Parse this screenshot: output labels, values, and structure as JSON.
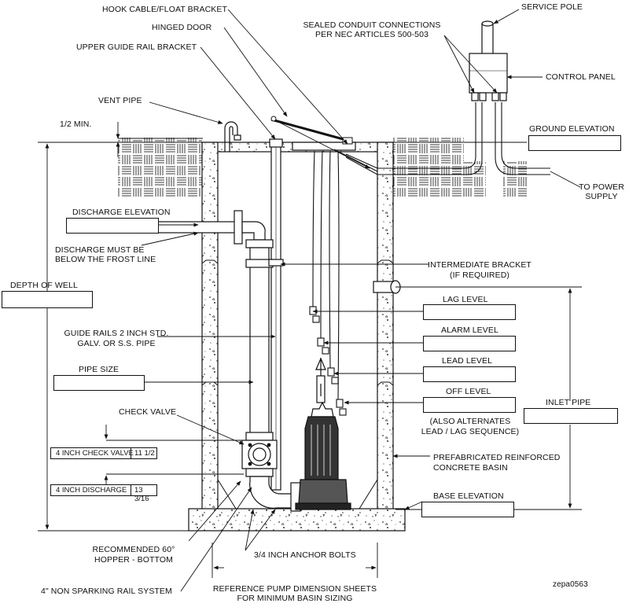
{
  "labels": {
    "hook_cable": "HOOK CABLE/FLOAT BRACKET",
    "hinged_door": "HINGED DOOR",
    "upper_guide": "UPPER GUIDE RAIL BRACKET",
    "sealed_1": "SEALED CONDUIT CONNECTIONS",
    "sealed_2": "PER NEC ARTICLES 500-503",
    "service_pole": "SERVICE POLE",
    "control_panel": "CONTROL PANEL",
    "vent_pipe": "VENT PIPE",
    "half_min": "1/2 MIN.",
    "ground_elevation": "GROUND ELEVATION",
    "to_power_1": "TO POWER",
    "to_power_2": "SUPPLY",
    "discharge_elevation": "DISCHARGE ELEVATION",
    "frost_1": "DISCHARGE MUST BE",
    "frost_2": "BELOW THE FROST LINE",
    "intermediate_1": "INTERMEDIATE BRACKET",
    "intermediate_2": "(IF REQUIRED)",
    "depth_of_well": "DEPTH OF WELL",
    "lag_level": "LAG LEVEL",
    "guide_1": "GUIDE RAILS 2 INCH STD.",
    "guide_2": "GALV. OR S.S. PIPE",
    "alarm_level": "ALARM LEVEL",
    "pipe_size": "PIPE SIZE",
    "lead_level": "LEAD LEVEL",
    "off_level": "OFF LEVEL",
    "inlet_pipe": "INLET PIPE",
    "check_valve": "CHECK VALVE",
    "alternates_1": "(ALSO ALTERNATES",
    "alternates_2": "LEAD / LAG SEQUENCE)",
    "prefab_1": "PREFABRICATED REINFORCED",
    "prefab_2": "CONCRETE BASIN",
    "base_elevation": "BASE ELEVATION",
    "hopper_1": "RECOMMENDED 60°",
    "hopper_2": "HOPPER - BOTTOM",
    "anchor_bolts": "3/4 INCH ANCHOR BOLTS",
    "rail_system": "4\" NON SPARKING RAIL SYSTEM",
    "reference_1": "REFERENCE PUMP DIMENSION SHEETS",
    "reference_2": "FOR MINIMUM BASIN SIZING",
    "drawing_id": "zepa0563"
  },
  "tables": {
    "check_valve": {
      "label": "4 INCH CHECK VALVE",
      "value": "11 1/2"
    },
    "discharge": {
      "label": "4 INCH DISCHARGE",
      "value": "13 3/16"
    }
  }
}
